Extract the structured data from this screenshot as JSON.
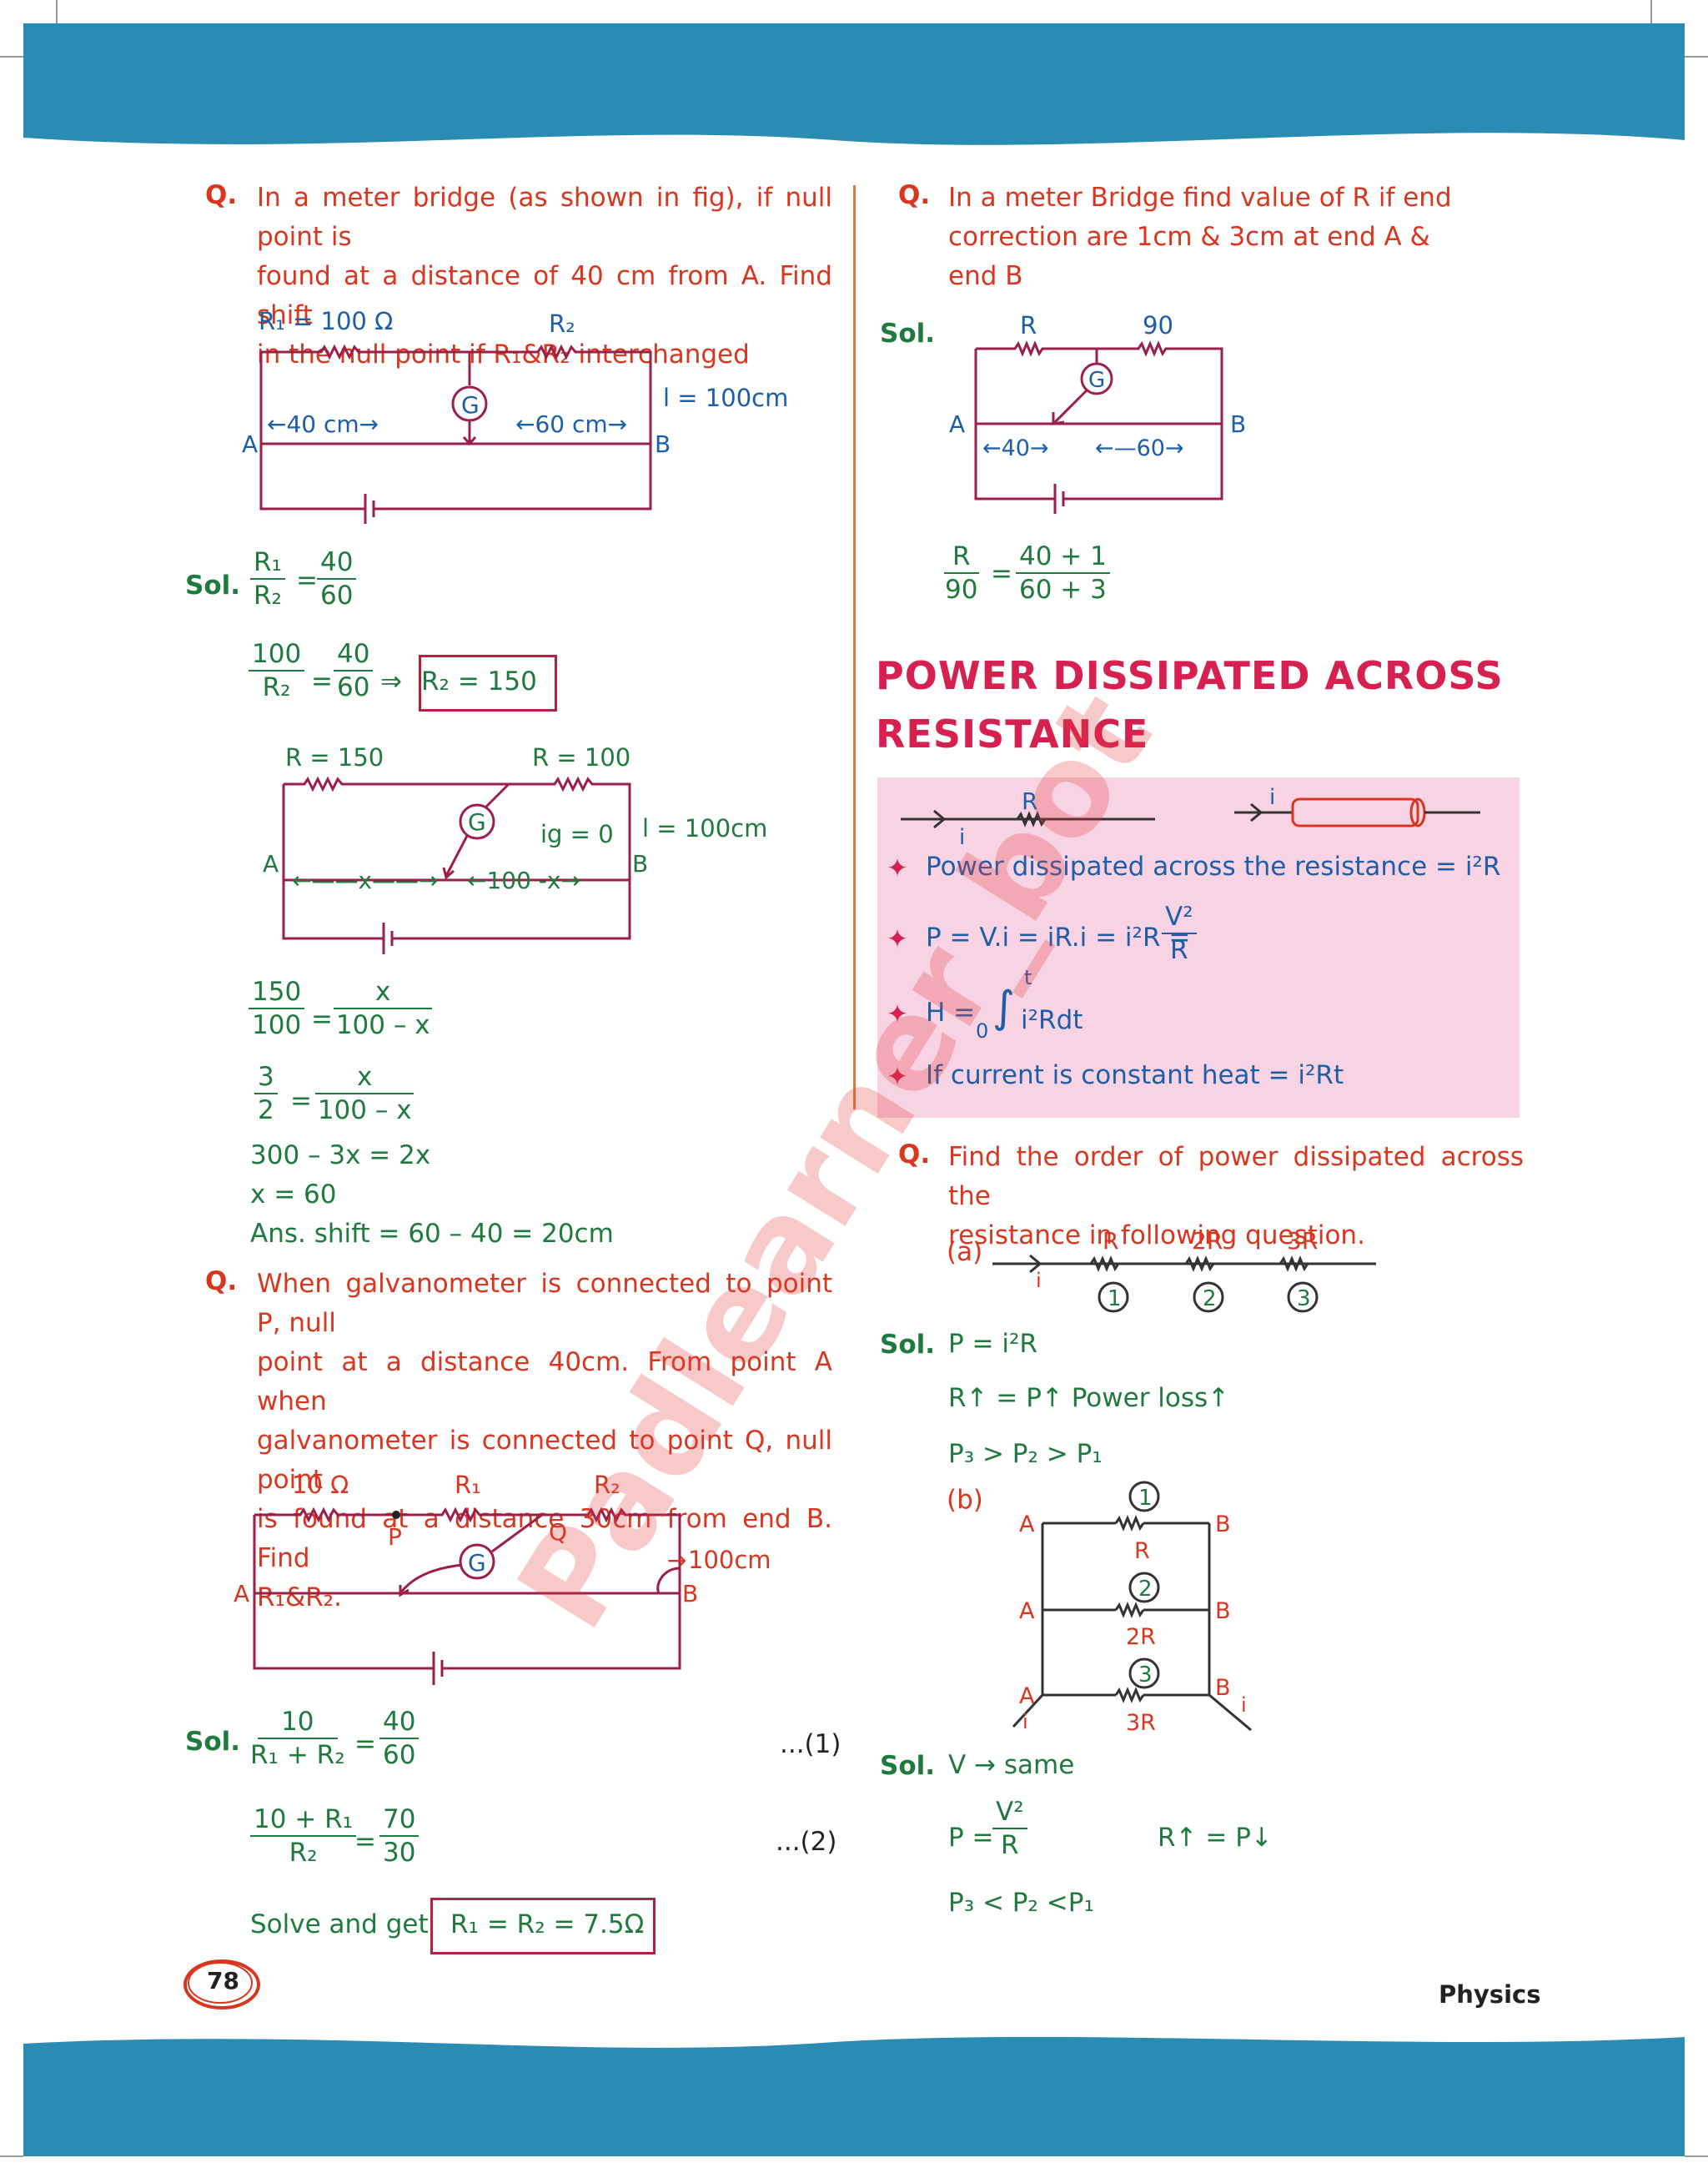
{
  "colors": {
    "band": "#2a8cb3",
    "red": "#d9361f",
    "green": "#1f7a3d",
    "blue": "#1e5ea8",
    "pink": "#f8d3e3",
    "circuit": "#9c1f4a"
  },
  "left": {
    "q1": {
      "label": "Q.",
      "lines": [
        "In a meter bridge (as shown in fig), if null point is",
        "found at a distance of 40 cm from A. Find shift",
        "in the null point if R₁&R₂ interchanged"
      ],
      "fig": {
        "r1": "R₁ = 100 Ω",
        "r2": "R₂",
        "g": "G",
        "left_len": "←40 cm→",
        "right_len": "←60 cm→",
        "length": "l = 100cm",
        "a": "A",
        "b": "B"
      }
    },
    "sol1": {
      "label": "Sol.",
      "f1_num": "R₁",
      "f1_den": "R₂",
      "eq": "=",
      "f2_num": "40",
      "f2_den": "60",
      "f3_num": "100",
      "f3_den": "R₂",
      "f4_num": "40",
      "f4_den": "60",
      "implies": "⇒",
      "boxed": "R₂ = 150",
      "fig": {
        "r_left": "R = 150",
        "r_right": "R = 100",
        "g": "G",
        "ig": "ig = 0",
        "length": "l = 100cm",
        "a": "A",
        "b": "B",
        "x": "←——x——→",
        "rest": "←100 -x→"
      },
      "f5_num": "150",
      "f5_den": "100",
      "f6_num": "x",
      "f6_den": "100 – x",
      "f7_num": "3",
      "f7_den": "2",
      "f8_num": "x",
      "f8_den": "100 – x",
      "line1": "300 – 3x = 2x",
      "line2": "x = 60",
      "line3": "Ans. shift = 60 – 40 = 20cm"
    },
    "q2": {
      "label": "Q.",
      "lines": [
        "When galvanometer is connected to point P, null",
        "point at a distance 40cm. From point A when",
        "galvanometer is connected to point Q, null point",
        "is found at a distance 30cm from end B. Find",
        "R₁&R₂."
      ],
      "fig": {
        "r10": "10 Ω",
        "r1": "R₁",
        "r2": "R₂",
        "p": "P",
        "q": "Q",
        "g": "G",
        "length": "100cm",
        "a": "A",
        "b": "B"
      }
    },
    "sol2": {
      "label": "Sol.",
      "f1_num": "10",
      "f1_den": "R₁ + R₂",
      "f2_num": "40",
      "f2_den": "60",
      "tag1": "...(1)",
      "f3_num": "10 + R₁",
      "f3_den": "R₂",
      "f4_num": "70",
      "f4_den": "30",
      "tag2": "...(2)",
      "solve": "Solve and get",
      "boxed": "R₁ = R₂ = 7.5Ω"
    }
  },
  "right": {
    "q1": {
      "label": "Q.",
      "lines": [
        "In a meter Bridge find value of R if end",
        "correction are 1cm & 3cm at end A &",
        "end B"
      ]
    },
    "sol1": {
      "label": "Sol.",
      "fig": {
        "r": "R",
        "r90": "90",
        "g": "G",
        "a": "A",
        "b": "B",
        "left": "←40→",
        "right": "←—60→"
      },
      "f1_num": "R",
      "f1_den": "90",
      "f2_num": "40 + 1",
      "f2_den": "60 + 3"
    },
    "heading": [
      "POWER DISSIPATED ACROSS",
      "RESISTANCE"
    ],
    "box": {
      "r": "R",
      "i1": "i",
      "i2": "i",
      "b1": "Power dissipated across the resistance = i²R",
      "b2": "P = V.i = iR.i = i²R =",
      "b2_num": "V²",
      "b2_den": "R",
      "b3_pre": "H =",
      "b3_upper": "t",
      "b3_lower": "0",
      "b3_int": "i²Rdt",
      "b4": "If current is constant heat = i²Rt",
      "bullet": "✦"
    },
    "q2": {
      "label": "Q.",
      "lines": [
        "Find the order of power dissipated across the",
        "resistance in following question."
      ],
      "a": "(a)",
      "r1": "R",
      "r2": "2R",
      "r3": "3R",
      "n1": "1",
      "n2": "2",
      "n3": "3",
      "i": "i"
    },
    "sol2": {
      "label": "Sol.",
      "line1": "P = i²R",
      "line2": "R↑ = P↑ Power loss↑",
      "line3": "P₃ > P₂ > P₁",
      "b": "(b)",
      "a": "A",
      "bb": "B",
      "r1": "R",
      "r2": "2R",
      "r3": "3R",
      "n1": "1",
      "n2": "2",
      "n3": "3",
      "i": "i"
    },
    "sol3": {
      "label": "Sol.",
      "line1": "V → same",
      "p": "P =",
      "p_num": "V²",
      "p_den": "R",
      "rel": "R↑ = P↓",
      "line3": "P₃ < P₂ <P₁"
    }
  },
  "footer": {
    "page": "78",
    "subject": "Physics"
  },
  "watermark": "Padlearner_bot"
}
